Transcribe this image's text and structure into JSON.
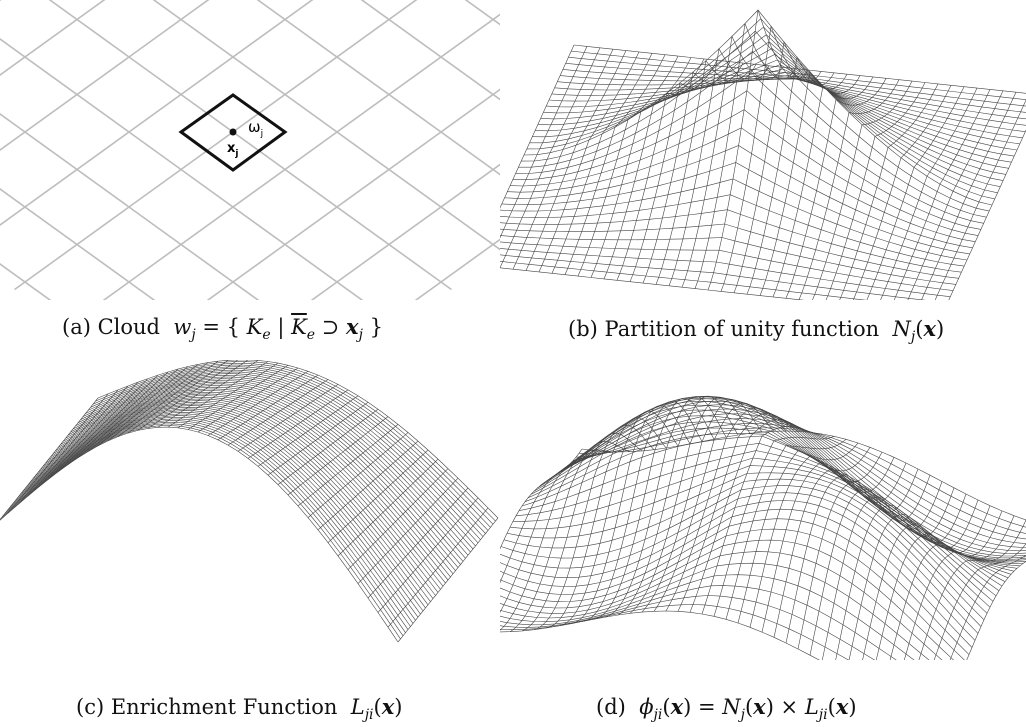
{
  "panel_a": {
    "caption_prefix": "(a) Cloud",
    "node_label": "x",
    "node_sub": "j",
    "cloud_label": "ω",
    "cloud_sub": "j",
    "grid_color": "#bdbdbd",
    "cloud_color": "#111111"
  },
  "panel_b": {
    "caption_prefix": "(b) Partition of unity function"
  },
  "panel_c": {
    "caption_prefix": "(c) Enrichment Function"
  },
  "panel_d": {
    "caption_prefix": "(d)"
  },
  "mesh": {
    "line_color": "#444444"
  }
}
